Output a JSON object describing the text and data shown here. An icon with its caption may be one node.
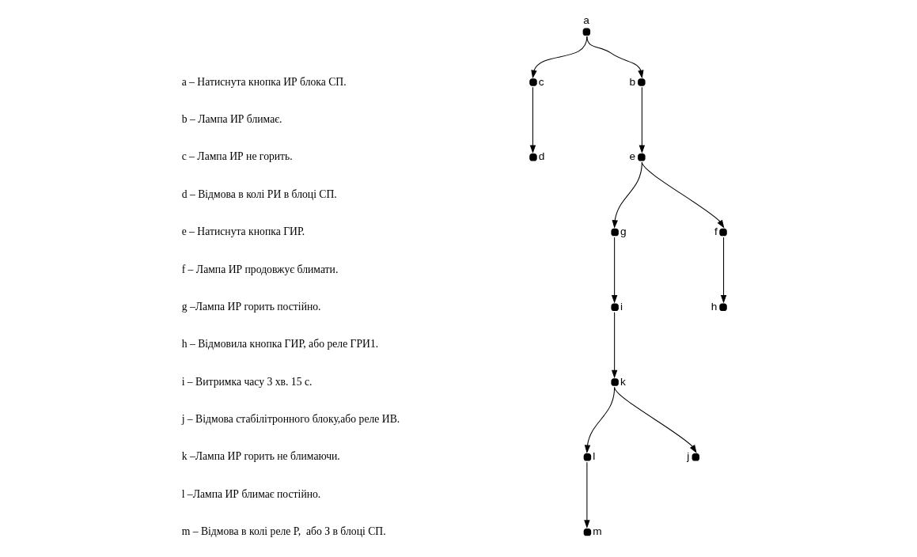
{
  "diagram": {
    "nodes": [
      {
        "text": [],
        "shape": "circle",
        "beside": [
          "a"
        ]
      },
      {
        "text": [],
        "shape": "circle",
        "beside": [
          "b"
        ]
      },
      {
        "text": [],
        "shape": "circle",
        "beside": [
          "c"
        ]
      },
      {
        "text": [],
        "shape": "circle",
        "beside": [
          "e"
        ]
      },
      {
        "text": [],
        "shape": "circle",
        "beside": [
          "d"
        ]
      },
      {
        "text": [],
        "shape": "circle",
        "beside": [
          "f"
        ]
      },
      {
        "text": [],
        "shape": "circle",
        "beside": [
          "g"
        ]
      },
      {
        "text": [],
        "shape": "circle",
        "beside": [
          "h"
        ]
      },
      {
        "text": [],
        "shape": "circle",
        "beside": [
          "i"
        ]
      },
      {
        "text": [],
        "shape": "circle",
        "beside": [
          "k"
        ]
      },
      {
        "text": [],
        "shape": "circle",
        "beside": [
          "j"
        ]
      },
      {
        "text": [],
        "shape": "circle",
        "beside": [
          "l"
        ]
      },
      {
        "text": [],
        "shape": "circle",
        "beside": [
          "m"
        ]
      }
    ],
    "edges": [
      {
        "from": 0,
        "to": 1,
        "arrow": "to"
      },
      {
        "from": 0,
        "to": 2,
        "arrow": "to"
      },
      {
        "from": 1,
        "to": 3,
        "arrow": "to"
      },
      {
        "from": 2,
        "to": 4,
        "arrow": "to"
      },
      {
        "from": 3,
        "to": 5,
        "arrow": "to"
      },
      {
        "from": 3,
        "to": 6,
        "arrow": "to"
      },
      {
        "from": 5,
        "to": 7,
        "arrow": "to"
      },
      {
        "from": 6,
        "to": 8,
        "arrow": "to"
      },
      {
        "from": 8,
        "to": 9,
        "arrow": "to"
      },
      {
        "from": 9,
        "to": 10,
        "arrow": "to"
      },
      {
        "from": 9,
        "to": 11,
        "arrow": "to"
      },
      {
        "from": 11,
        "to": 12,
        "arrow": "to"
      }
    ],
    "labels": [
      "a – Натиснута кнопка ИР блока СП.",
      "b – Лампа ИР блимає.",
      "c – Лампа ИР не горить.",
      "d – Відмова в колі РИ в блоці СП.",
      "e – Натиснута кнопка ГИР.",
      "f – Лампа ИР продовжує блимати.",
      "g –Лампа ИР горить постійно.",
      "h – Відмовила кнопка ГИР, або реле ГРИ1.",
      "i – Витримка часу 3 хв. 15 с.",
      "j – Відмова стабілітронного блоку,або реле ИВ.",
      "k –Лампа ИР горить не блимаючи.",
      "l –Лампа ИР блимає постійно.",
      "m – Відмова в колі реле Р,  або З в блоці СП."
    ]
  }
}
